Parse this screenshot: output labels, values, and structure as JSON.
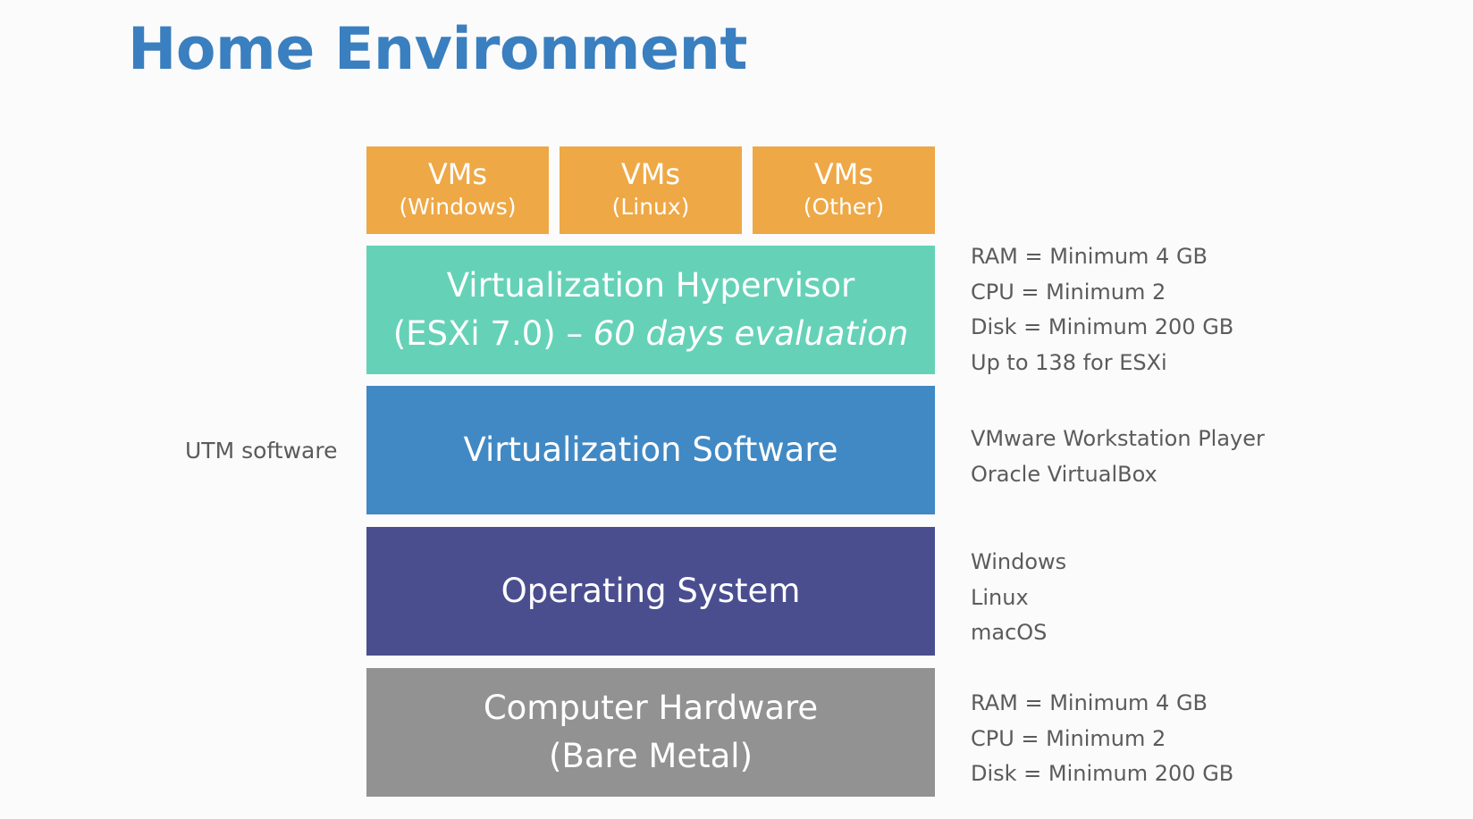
{
  "title": "Home Environment",
  "vms": [
    {
      "label": "VMs",
      "sub": "(Windows)"
    },
    {
      "label": "VMs",
      "sub": "(Linux)"
    },
    {
      "label": "VMs",
      "sub": "(Other)"
    }
  ],
  "layers": {
    "hypervisor": {
      "line1": "Virtualization Hypervisor",
      "line2_prefix": "(ESXi 7.0) – ",
      "line2_italic": "60 days evaluation"
    },
    "software": {
      "line1": "Virtualization Software"
    },
    "os": {
      "line1": "Operating System"
    },
    "hardware": {
      "line1": "Computer Hardware",
      "line2": "(Bare Metal)"
    }
  },
  "left_label": "UTM software",
  "notes": {
    "hypervisor": [
      "RAM = Minimum 4 GB",
      "CPU = Minimum 2",
      "Disk = Minimum 200 GB",
      "Up to 138 for ESXi"
    ],
    "software": [
      "VMware Workstation Player",
      "Oracle VirtualBox"
    ],
    "os": [
      "Windows",
      "Linux",
      "macOS"
    ],
    "hardware": [
      "RAM = Minimum 4 GB",
      "CPU = Minimum 2",
      "Disk = Minimum 200 GB"
    ]
  },
  "colors": {
    "title": "#3a7fbf",
    "vm": "#eea846",
    "hypervisor": "#65d2b8",
    "software": "#4189c4",
    "os": "#4a4e8f",
    "hardware": "#929292"
  }
}
